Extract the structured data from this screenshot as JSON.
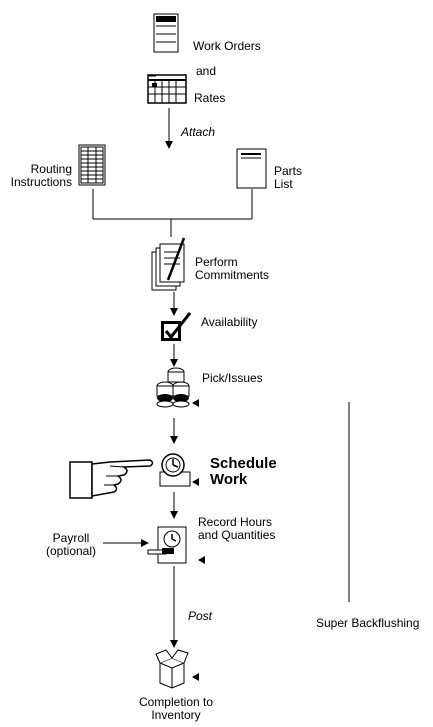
{
  "nodes": {
    "work_orders": "Work Orders",
    "and": "and",
    "rates": "Rates",
    "attach": "Attach",
    "routing_line1": "Routing",
    "routing_line2": "Instructions",
    "parts_line1": "Parts",
    "parts_line2": "List",
    "perform_line1": "Perform",
    "perform_line2": "Commitments",
    "availability": "Availability",
    "pick_issues": "Pick/Issues",
    "schedule_line1": "Schedule",
    "schedule_line2": "Work",
    "record_line1": "Record Hours",
    "record_line2": "and Quantities",
    "payroll_line1": "Payroll",
    "payroll_line2": "(optional)",
    "post": "Post",
    "super_backflushing": "Super Backflushing",
    "completion_line1": "Completion to",
    "completion_line2": "Inventory"
  }
}
